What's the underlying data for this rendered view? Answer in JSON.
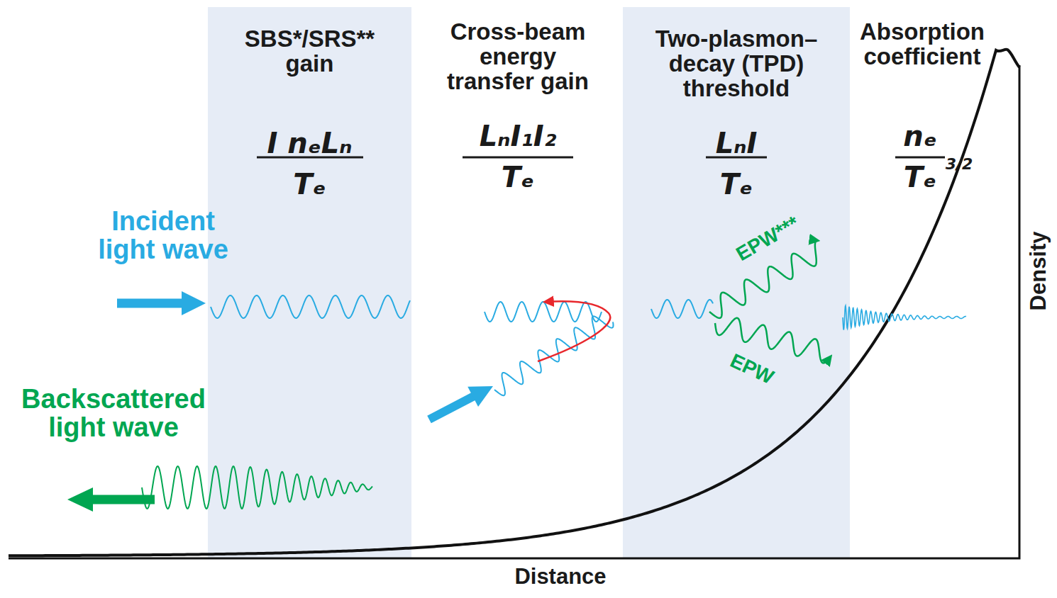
{
  "diagram": {
    "nodes": [
      {
        "text": [
          "SBS*/SRS** gain",
          "I nₑLₙ",
          "Tₑ"
        ]
      },
      {
        "text": [
          "Two-plasmon–decay (TPD) threshold",
          "LₙI",
          "Tₑ"
        ]
      }
    ],
    "labels": [
      "Cross-beam energy transfer gain",
      "LₙI₁I₂",
      "Tₑ",
      "Absorption coefficient",
      "nₑ",
      "Tₑ",
      "3/2",
      "Incident light wave",
      "Backscattered light wave",
      "EPW***",
      "EPW",
      "Density",
      "Distance"
    ]
  }
}
